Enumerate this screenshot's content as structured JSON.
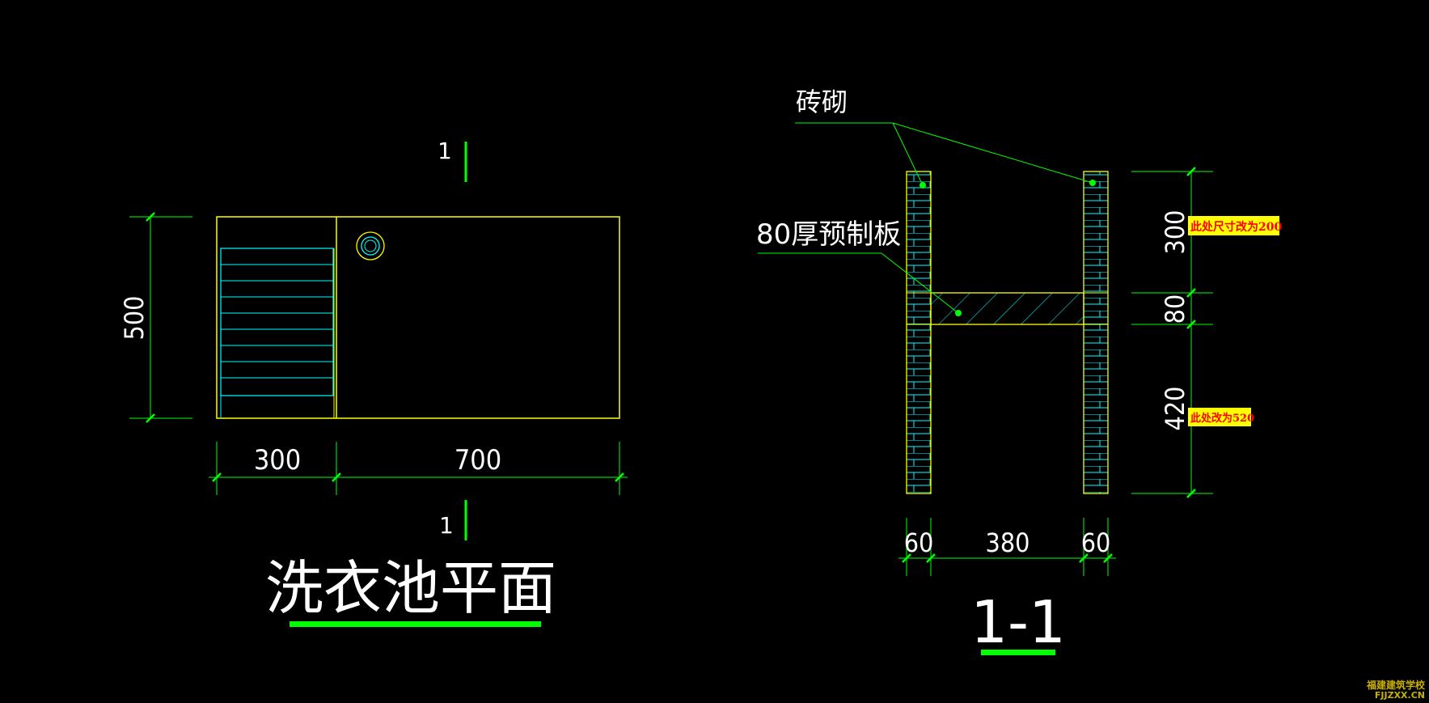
{
  "plan": {
    "section_mark_top": "1",
    "section_mark_bottom": "1",
    "dim_height": "500",
    "dim_left_width": "300",
    "dim_right_width": "700",
    "title": "洗衣池平面"
  },
  "section": {
    "label_brick": "砖砌",
    "label_slab": "80厚预制板",
    "dim_top": "300",
    "dim_mid": "80",
    "dim_bottom": "420",
    "dim_wall_left": "60",
    "dim_inner": "380",
    "dim_wall_right": "60",
    "title": "1-1",
    "note_top": "此处尺寸改为200",
    "note_bottom": "此处改为520"
  },
  "watermark": {
    "line1": "福建建筑学校",
    "line2": "FJJZXX.CN"
  },
  "colors": {
    "background": "#000000",
    "outline": "#ffff00",
    "dimension": "#00ff00",
    "hatch": "#00ffff",
    "title_underline": "#00ff00",
    "note_box": "#ffff00",
    "note_text": "#ff0000"
  }
}
